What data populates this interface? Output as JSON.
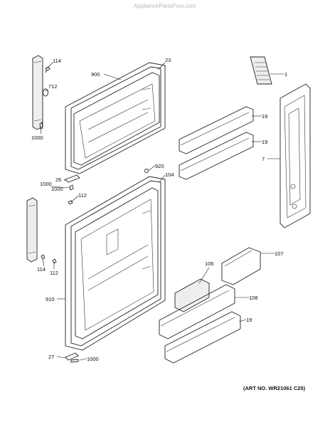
{
  "watermark": "AppliancePartsPros.com",
  "art_number": "(ART NO. WR21061 C25)",
  "callouts": {
    "c114a": "114",
    "c712": "712",
    "c1000a": "1000",
    "c900": "900",
    "c23": "23",
    "c1": "1",
    "c19a": "19",
    "c19b": "19",
    "c7": "7",
    "c920": "920",
    "c104": "104",
    "c26": "26",
    "c1000b": "1000",
    "c1000c": "1000",
    "c112a": "112",
    "c114b": "114",
    "c112b": "112",
    "c910": "910",
    "c107": "107",
    "c106": "106",
    "c108": "108",
    "c19c": "19",
    "c27": "27",
    "c1000d": "1000"
  }
}
